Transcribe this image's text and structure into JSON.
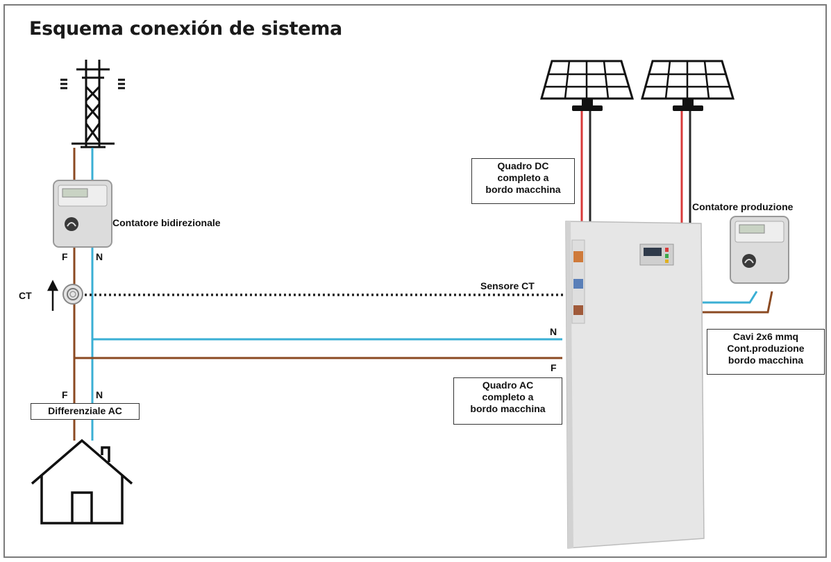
{
  "title": "Esquema conexión de sistema",
  "labels": {
    "contatore_bidirezionale": "Contatore bidirezionale",
    "contatore_produzione": "Contatore produzione",
    "sensore_ct": "Sensore CT",
    "ct": "CT",
    "f_top": "F",
    "n_top": "N",
    "f_bottom": "F",
    "n_bottom": "N",
    "n_inverter": "N",
    "f_inverter": "F"
  },
  "boxes": {
    "quadro_dc": [
      "Quadro DC",
      "completo a",
      "bordo macchina"
    ],
    "quadro_ac": [
      "Quadro AC",
      "completo a",
      "bordo macchina"
    ],
    "cavi": [
      "Cavi 2x6 mmq",
      "Cont.produzione",
      "bordo macchina"
    ],
    "differenziale": "Differenziale AC"
  },
  "colors": {
    "phase_wire": "#8b4a22",
    "neutral_wire": "#3aafd4",
    "dc_positive": "#d83a3a",
    "dc_negative": "#2a2a2a",
    "cabinet": "#e6e6e6",
    "frame": "#7a7a7a"
  }
}
